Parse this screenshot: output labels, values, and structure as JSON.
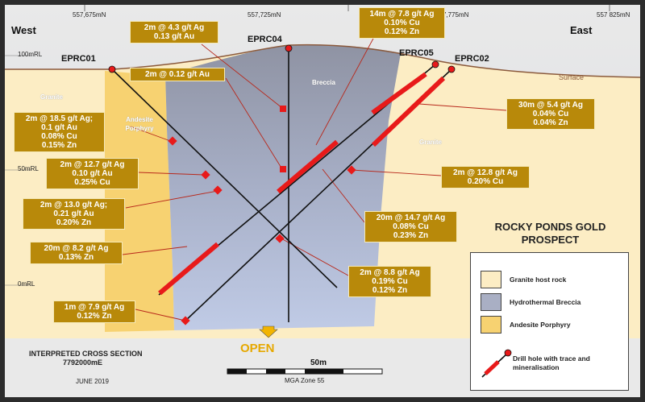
{
  "header": {
    "coords": [
      "557,675mN",
      "557,725mN",
      "557,775mN",
      "557 825mN"
    ],
    "west": "West",
    "east": "East"
  },
  "rl_labels": [
    "100mRL",
    "50mRL",
    "0mRL"
  ],
  "surface_label": "Surface",
  "geology": {
    "granite_left": "Granite",
    "granite_right": "Granite",
    "andesite": "Andesite Porphyry",
    "breccia": "Breccia"
  },
  "holes": [
    "EPRC01",
    "EPRC04",
    "EPRC05",
    "EPRC02"
  ],
  "callouts": [
    {
      "lines": [
        "2m @ 4.3 g/t Ag",
        "0.13 g/t Au"
      ]
    },
    {
      "lines": [
        "2m @ 0.12 g/t Au"
      ]
    },
    {
      "lines": [
        "14m @ 7.8 g/t Ag",
        "0.10% Cu",
        "0.12% Zn"
      ]
    },
    {
      "lines": [
        "2m @ 18.5 g/t Ag;",
        "0.1 g/t Au",
        "0.08% Cu",
        "0.15% Zn"
      ]
    },
    {
      "lines": [
        "2m @ 12.7 g/t Ag",
        "0.10 g/t Au",
        "0.25% Cu"
      ]
    },
    {
      "lines": [
        "2m @ 13.0 g/t Ag;",
        "0.21 g/t Au",
        "0.20% Zn"
      ]
    },
    {
      "lines": [
        "20m @ 8.2 g/t Ag",
        "0.13% Zn"
      ]
    },
    {
      "lines": [
        "1m @ 7.9 g/t Ag",
        "0.12% Zn"
      ]
    },
    {
      "lines": [
        "30m @ 5.4 g/t Ag",
        "0.04% Cu",
        "0.04% Zn"
      ]
    },
    {
      "lines": [
        "2m @ 12.8 g/t Ag",
        "0.20% Cu"
      ]
    },
    {
      "lines": [
        "20m @ 14.7 g/t Ag",
        "0.08% Cu",
        "0.23% Zn"
      ]
    },
    {
      "lines": [
        "2m @ 8.8 g/t Ag",
        "0.19% Cu",
        "0.12% Zn"
      ]
    }
  ],
  "title": {
    "line1": "ROCKY PONDS GOLD",
    "line2": "PROSPECT"
  },
  "legend": {
    "granite": "Granite host rock",
    "breccia": "Hydrothermal Breccia",
    "andesite": "Andesite Porphyry",
    "drill": "Drill hole with trace and mineralisation"
  },
  "footer": {
    "section_title": "INTERPRETED CROSS SECTION",
    "section_coord": "7792000mE",
    "date": "JUNE 2019",
    "open": "OPEN",
    "scale_label": "50m",
    "zone": "MGA Zone 55"
  },
  "colors": {
    "granite": "#fcedc4",
    "andesite": "#f7d271",
    "breccia": "#a9afc4",
    "callout": "#b8890a",
    "trace": "#111111",
    "mineral": "#ee1111",
    "surface": "#8b5a3c"
  }
}
